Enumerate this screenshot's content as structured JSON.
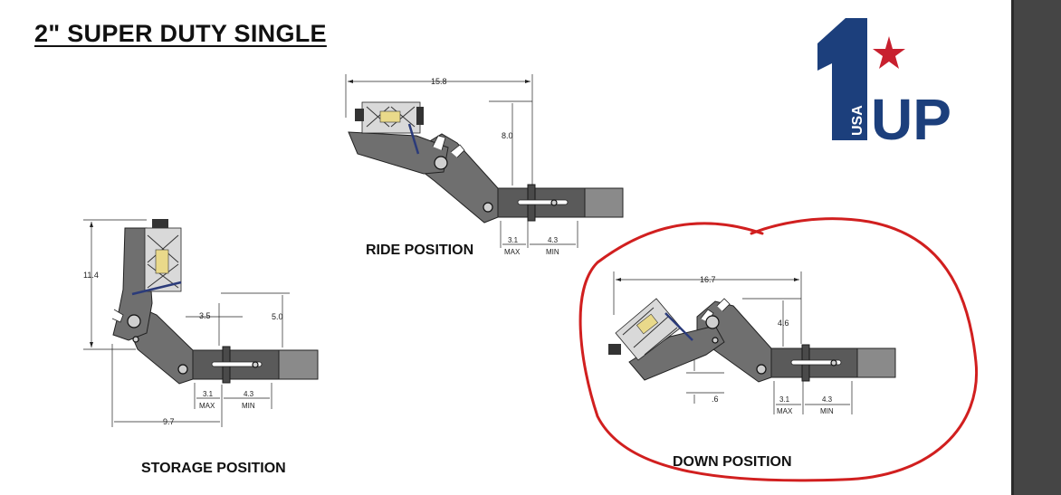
{
  "title": "2\" SUPER DUTY SINGLE",
  "logo": {
    "number": "1",
    "text": "UP",
    "subtext": "USA",
    "color_blue": "#1c3f7c",
    "color_red": "#c8202f"
  },
  "positions": {
    "ride": {
      "label": "RIDE POSITION",
      "dims": {
        "width": "15.8",
        "height": "8.0",
        "max_value": "3.1",
        "max_label": "MAX",
        "min_value": "4.3",
        "min_label": "MIN"
      }
    },
    "storage": {
      "label": "STORAGE POSITION",
      "dims": {
        "height": "11.4",
        "offset_x": "3.5",
        "offset_y": "5.0",
        "width": "9.7",
        "max_value": "3.1",
        "max_label": "MAX",
        "min_value": "4.3",
        "min_label": "MIN"
      }
    },
    "down": {
      "label": "DOWN POSITION",
      "dims": {
        "width": "16.7",
        "height": "4.6",
        "drop": ".6",
        "max_value": "3.1",
        "max_label": "MAX",
        "min_value": "4.3",
        "min_label": "MIN"
      }
    }
  },
  "highlight_color": "#d11f1f",
  "panel_color": "#454545"
}
